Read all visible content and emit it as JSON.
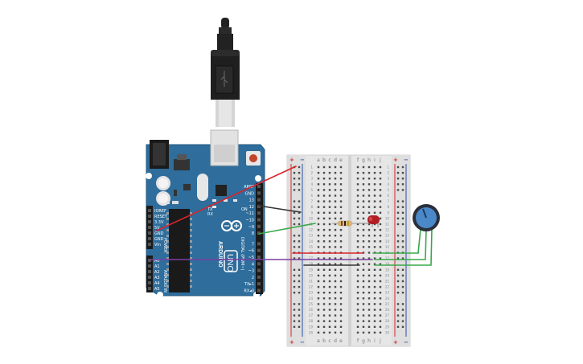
{
  "colors": {
    "arduino_blue": "#2e6d9c",
    "arduino_dark": "#1e5680",
    "rail_red": "#d9242b",
    "rail_blue": "#2a4fa8",
    "wire_red": "#d9242b",
    "wire_black": "#333333",
    "wire_green": "#3aa84a",
    "wire_purple": "#7a3fa0",
    "led": "#b01e24",
    "pot_knob": "#4a88c8"
  },
  "arduino": {
    "logo_text": "ARDUINO",
    "model_text": "UNO",
    "digital_label": "DIGITAL (PWM~)",
    "power_label": "POWER",
    "analog_label": "ANALOG IN",
    "tx_label": "TX",
    "rx_label": "RX",
    "on_label": "ON",
    "digital_pins": [
      "AREF",
      "GND",
      "13",
      "12",
      "~11",
      "~10",
      "~9",
      "8",
      "7",
      "~6",
      "~5",
      "4",
      "~3",
      "2",
      "TX▸1",
      "RX◂0"
    ],
    "power_pins": [
      "IOREF",
      "RESET",
      "3.3V",
      "5V",
      "GND",
      "GND",
      "Vin"
    ],
    "analog_pins": [
      "A0",
      "A1",
      "A2",
      "A3",
      "A4",
      "A5"
    ]
  },
  "breadboard": {
    "columns_left": [
      "a",
      "b",
      "c",
      "d",
      "e"
    ],
    "columns_right": [
      "f",
      "g",
      "h",
      "i",
      "j"
    ],
    "rows": [
      "1",
      "2",
      "3",
      "4",
      "5",
      "6",
      "7",
      "8",
      "9",
      "10",
      "11",
      "12",
      "13",
      "14",
      "15",
      "16",
      "17",
      "18",
      "19",
      "20",
      "21",
      "22",
      "23",
      "24",
      "25",
      "26",
      "27",
      "28",
      "29",
      "30"
    ],
    "rail_plus": "+",
    "rail_minus": "−"
  }
}
